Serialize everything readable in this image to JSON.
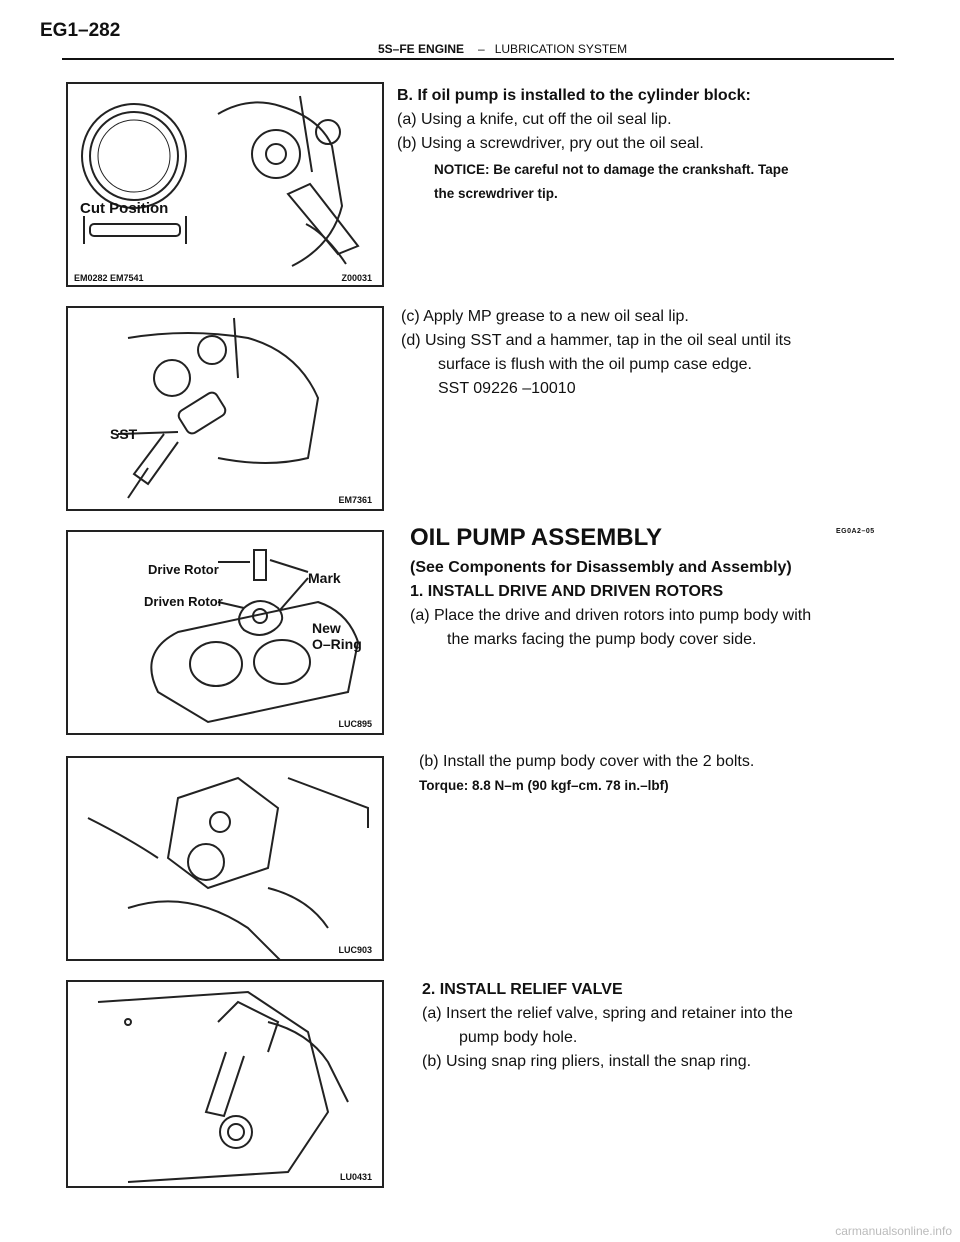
{
  "header": {
    "page_id": "EG1–282",
    "section_bold": "5S–FE ENGINE",
    "separator": "–",
    "section": "LUBRICATION SYSTEM"
  },
  "figures": [
    {
      "labels": [
        "Cut Position"
      ],
      "codes": [
        "EM0282 EM7541",
        "Z00031"
      ]
    },
    {
      "labels": [
        "SST"
      ],
      "codes": [
        "EM7361"
      ]
    },
    {
      "labels": [
        "Drive Rotor",
        "Driven Rotor",
        "Mark",
        "New",
        "O–Ring"
      ],
      "codes": [
        "LUC895"
      ]
    },
    {
      "labels": [],
      "codes": [
        "LUC903"
      ]
    },
    {
      "labels": [],
      "codes": [
        "LU0431"
      ]
    }
  ],
  "section_b": {
    "heading": "B.    If oil pump is installed to the cylinder block:",
    "step_a": "(a)   Using a knife, cut off the oil seal lip.",
    "step_b": "(b)   Using a screwdriver, pry out the oil seal.",
    "notice_line1": "NOTICE: Be careful not to damage the crankshaft. Tape",
    "notice_line2": "the screwdriver tip."
  },
  "section_c": {
    "step_c": "(c) Apply MP grease to a new oil seal lip.",
    "step_d_line1": "(d) Using SST and a hammer, tap in the oil seal until its",
    "step_d_line2": "surface is flush with the oil pump case edge.",
    "sst": "SST 09226 –10010"
  },
  "assembly": {
    "title": "OIL PUMP ASSEMBLY",
    "ref_code": "EG0A2–05",
    "subtitle": "(See Components for Disassembly and Assembly)",
    "step1_title": "1. INSTALL DRIVE AND DRIVEN ROTORS",
    "step1a_line1": "(a) Place the drive and driven rotors into pump body with",
    "step1a_line2": "the marks facing the pump body cover side."
  },
  "section_cover": {
    "step_b": "(b) Install the pump body cover with the 2 bolts.",
    "torque": "Torque: 8.8 N–m (90 kgf–cm. 78 in.–lbf)"
  },
  "relief": {
    "step2_title": "2. INSTALL RELIEF VALVE",
    "step_a_line1": "(a) Insert the relief valve, spring and retainer into the",
    "step_a_line2": "pump body hole.",
    "step_b": "(b) Using snap ring pliers, install the snap ring."
  },
  "footer": "carmanualsonline.info"
}
